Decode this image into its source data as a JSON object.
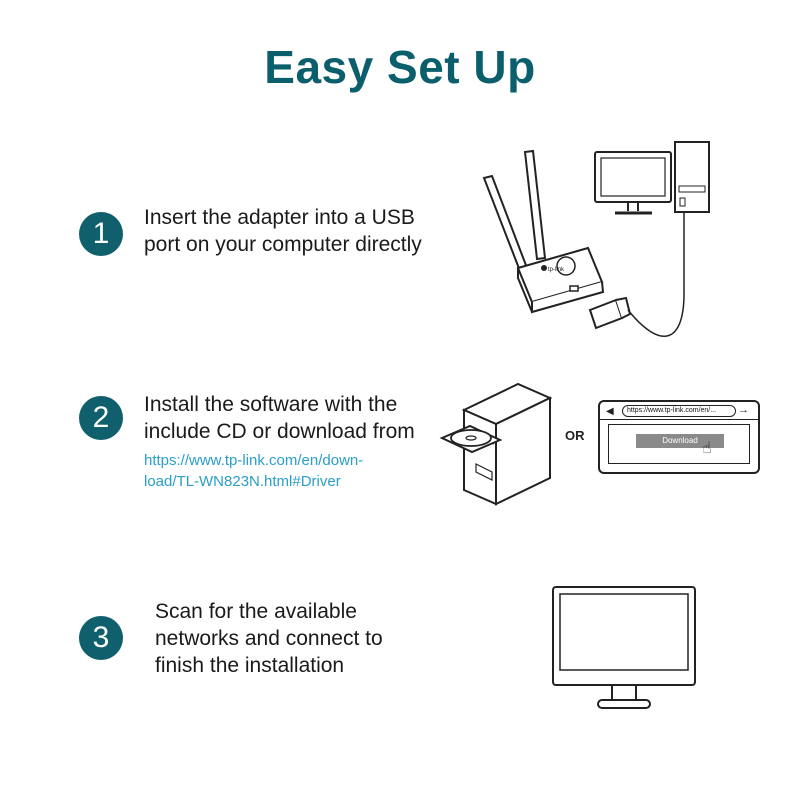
{
  "title": "Easy Set Up",
  "steps": [
    {
      "number": "1",
      "line1": "Insert the adapter into a USB",
      "line2": "port on your computer directly"
    },
    {
      "number": "2",
      "line1": "Install the software with the",
      "line2": "include CD or download from",
      "link_line1": "https://www.tp-link.com/en/down-",
      "link_line2": "load/TL-WN823N.html#Driver"
    },
    {
      "number": "3",
      "line1": "Scan for the available",
      "line2": "networks and connect to",
      "line3": "finish the installation"
    }
  ],
  "illustration": {
    "adapter_logo": "tp-link",
    "or_label": "OR",
    "browser_url": "https://www.tp-link.com/en/...",
    "download_button": "Download"
  },
  "colors": {
    "title": "#0b5e6b",
    "badge": "#0f5f6d",
    "link": "#2a9fc8",
    "button": "#8a8a8a"
  }
}
